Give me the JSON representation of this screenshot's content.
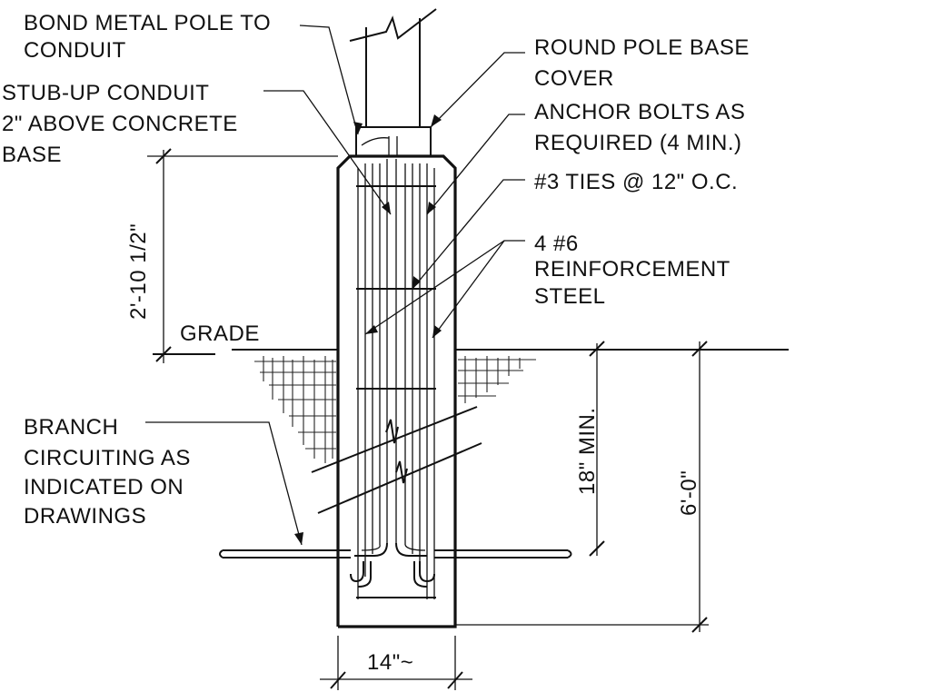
{
  "labels": {
    "bond_1": "BOND METAL POLE TO",
    "bond_2": "CONDUIT",
    "stub_1": "STUB-UP CONDUIT",
    "stub_2": "2\" ABOVE CONCRETE",
    "stub_3": "BASE",
    "cover_1": "ROUND POLE BASE",
    "cover_2": "COVER",
    "anchor_1": "ANCHOR BOLTS AS",
    "anchor_2": "REQUIRED (4 MIN.)",
    "ties": "#3 TIES @ 12\" O.C.",
    "reinf_1": "4 #6",
    "reinf_2": "REINFORCEMENT",
    "reinf_3": "STEEL",
    "grade": "GRADE",
    "branch_1": "BRANCH",
    "branch_2": "CIRCUITING AS",
    "branch_3": "INDICATED ON",
    "branch_4": "DRAWINGS"
  },
  "dimensions": {
    "above_grade": "2'-10 1/2\"",
    "min_depth": "18\" MIN.",
    "total_depth": "6'-0\"",
    "width": "14\"~"
  }
}
